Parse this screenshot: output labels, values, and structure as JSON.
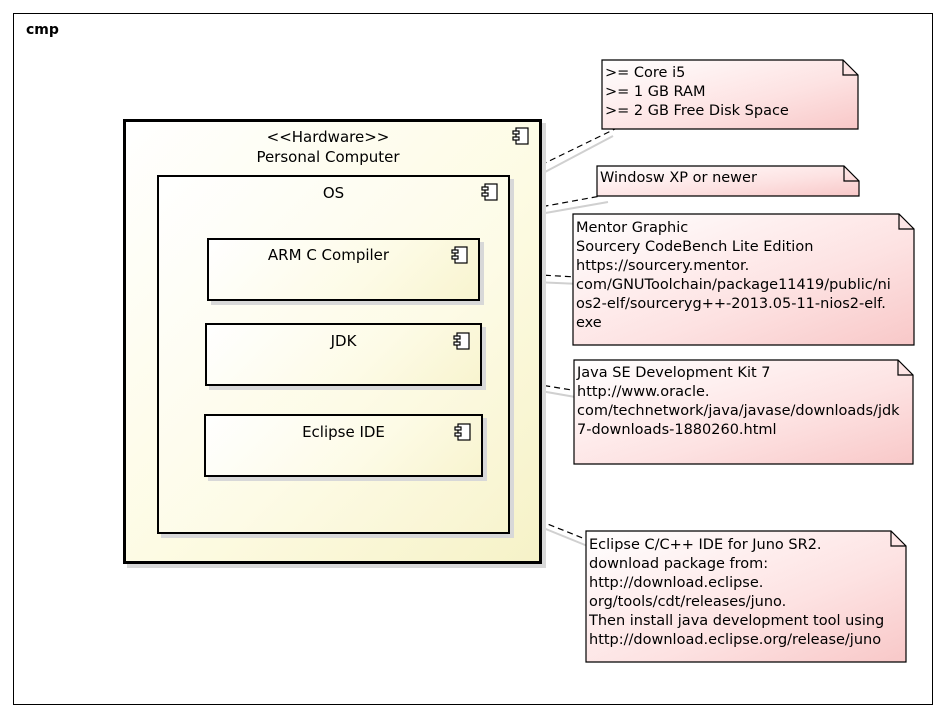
{
  "frame": {
    "label": "cmp"
  },
  "node": {
    "stereotype": "<<Hardware>>",
    "name": "Personal Computer"
  },
  "os": {
    "name": "OS"
  },
  "components": {
    "arm": "ARM C Compiler",
    "jdk": "JDK",
    "eclipse": "Eclipse IDE"
  },
  "notes": {
    "hardware": ">= Core i5\n>= 1 GB RAM\n>= 2 GB Free Disk Space",
    "os": "Windosw XP or newer",
    "arm": "Mentor Graphic\nSourcery CodeBench Lite Edition\nhttps://sourcery.mentor.\ncom/GNUToolchain/package11419/public/ni\nos2-elf/sourceryg++-2013.05-11-nios2-elf.\nexe",
    "jdk": "Java SE Development Kit 7\nhttp://www.oracle.\ncom/technetwork/java/javase/downloads/jdk\n7-downloads-1880260.html",
    "eclipse": "Eclipse C/C++ IDE for Juno SR2.\ndownload package from:\nhttp://download.eclipse.\norg/tools/cdt/releases/juno.\nThen install java development tool using\nhttp://download.eclipse.org/release/juno"
  }
}
